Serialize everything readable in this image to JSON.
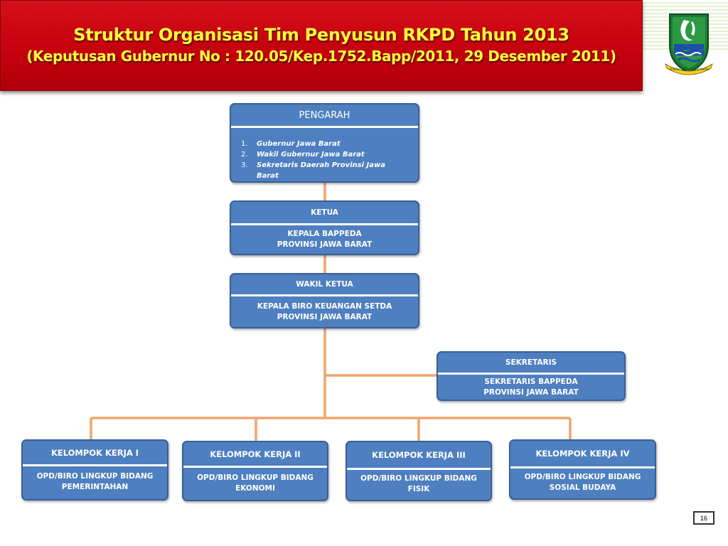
{
  "slide": {
    "title_line1": "Struktur Organisasi Tim Penyusun RKPD Tahun 2013",
    "title_line2": "(Keputusan Gubernur No : 120.05/Kep.1752.Bapp/2011, 29 Desember 2011)",
    "page_number": "16",
    "logo_text": "GEMAH RIPAH REPEH RAPIH"
  },
  "colors": {
    "title_bg": "#c4000c",
    "title_text": "#ffff3c",
    "box_fill": "#4e7fc0",
    "connector": "#f2a36b"
  },
  "org": {
    "pengarah": {
      "title": "PENGARAH",
      "items": [
        {
          "num": "1.",
          "text": "Gubernur Jawa Barat"
        },
        {
          "num": "2.",
          "text": "Wakil Gubernur Jawa Barat"
        },
        {
          "num": "3.",
          "text": "Sekretaris Daerah Provinsi Jawa Barat"
        }
      ]
    },
    "ketua": {
      "title": "KETUA",
      "line1": "KEPALA BAPPEDA",
      "line2": "PROVINSI JAWA BARAT"
    },
    "wakil_ketua": {
      "title": "WAKIL KETUA",
      "line1": "KEPALA BIRO KEUANGAN SETDA",
      "line2": "PROVINSI JAWA BARAT"
    },
    "sekretaris": {
      "title": "SEKRETARIS",
      "line1": "SEKRETARIS BAPPEDA",
      "line2": "PROVINSI JAWA BARAT"
    },
    "kelompok": [
      {
        "title": "KELOMPOK KERJA I",
        "line1": "OPD/BIRO LINGKUP BIDANG",
        "line2": "PEMERINTAHAN"
      },
      {
        "title": "KELOMPOK KERJA II",
        "line1": "OPD/BIRO LINGKUP BIDANG",
        "line2": "EKONOMI"
      },
      {
        "title": "KELOMPOK KERJA III",
        "line1": "OPD/BIRO LINGKUP BIDANG",
        "line2": "FISIK"
      },
      {
        "title": "KELOMPOK KERJA IV",
        "line1": "OPD/BIRO LINGKUP BIDANG",
        "line2": "SOSIAL BUDAYA"
      }
    ]
  }
}
